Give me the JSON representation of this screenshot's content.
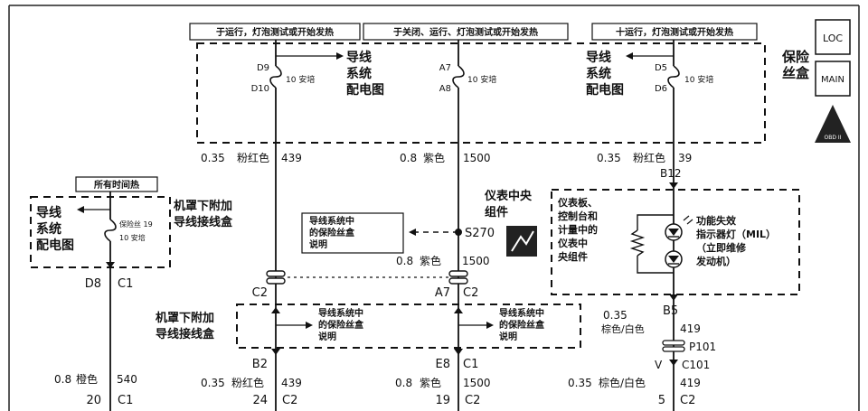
{
  "top_labels": {
    "left": "于运行，灯泡测试或开始发热",
    "mid": "于关闭、运行、灯泡测试或开始发热",
    "right": "十运行，灯泡测试或开始发热"
  },
  "fuse_box_title": "保险丝盒",
  "fuses": {
    "left": {
      "top": "D9",
      "bottom": "D10",
      "rating": "10 安培",
      "ref": "导线系统配电图"
    },
    "mid": {
      "top": "A7",
      "bottom": "A8",
      "rating": "10 安培"
    },
    "right": {
      "top": "D5",
      "bottom": "D6",
      "rating": "10 安培",
      "ref": "导线系统配电图"
    }
  },
  "side_icons": {
    "loc": "LOC",
    "main": "MAIN",
    "obd": "OBD II"
  },
  "wires": {
    "w439_top": {
      "size": "0.35",
      "color": "粉红色",
      "circuit": "439"
    },
    "w1500_top": {
      "size": "0.8",
      "color": "紫色",
      "circuit": "1500"
    },
    "w39": {
      "size": "0.35",
      "color": "粉红色",
      "circuit": "39",
      "pin": "B12"
    },
    "w1500_mid": {
      "size": "0.8",
      "color": "紫色",
      "circuit": "1500"
    },
    "w540": {
      "size": "0.8",
      "color": "橙色",
      "circuit": "540"
    },
    "w439_bot": {
      "size": "0.35",
      "color": "粉红色",
      "circuit": "439"
    },
    "w1500_bot": {
      "size": "0.8",
      "color": "紫色",
      "circuit": "1500"
    },
    "w419_top": {
      "size": "0.35",
      "color": "棕色/白色",
      "circuit": "419"
    },
    "w419_bot": {
      "size": "0.35",
      "color": "棕色/白色",
      "circuit": "419"
    }
  },
  "left_box": {
    "header": "所有时间热",
    "ref": "导线系统配电图",
    "fuse_name": "保险丝 19",
    "fuse_rating": "10 安培",
    "title": "机罩下附加导线接线盒",
    "pin": "D8",
    "conn": "C1",
    "bottom_pin": "20",
    "bottom_conn": "C1"
  },
  "mid_ref": "导线系统中的保险丝盒说明",
  "splice": "S270",
  "connectors": {
    "c2_left": "C2",
    "a7_c2": "A7",
    "c2_mid": "C2",
    "b2": "B2",
    "c1_left": "C1",
    "e8": "E8",
    "c1_mid": "C1",
    "c2_bl": "C2",
    "pin24": "24",
    "pin19": "19",
    "c2_bm": "C2",
    "b5": "B5",
    "p101": "P101",
    "v": "V",
    "c101": "C101",
    "pin5": "5",
    "c2_br": "C2"
  },
  "lower_box": {
    "title": "机罩下附加导线接线盒",
    "ref1": "导线系统中的保险丝盒说明",
    "ref2": "导线系统中的保险丝盒说明"
  },
  "ipc": {
    "title": "仪表中央组件",
    "box_text": "仪表板、控制台和计量中的仪表中央组件",
    "lamp": "功能失效指示器灯（MIL）（立即维修发动机）"
  }
}
